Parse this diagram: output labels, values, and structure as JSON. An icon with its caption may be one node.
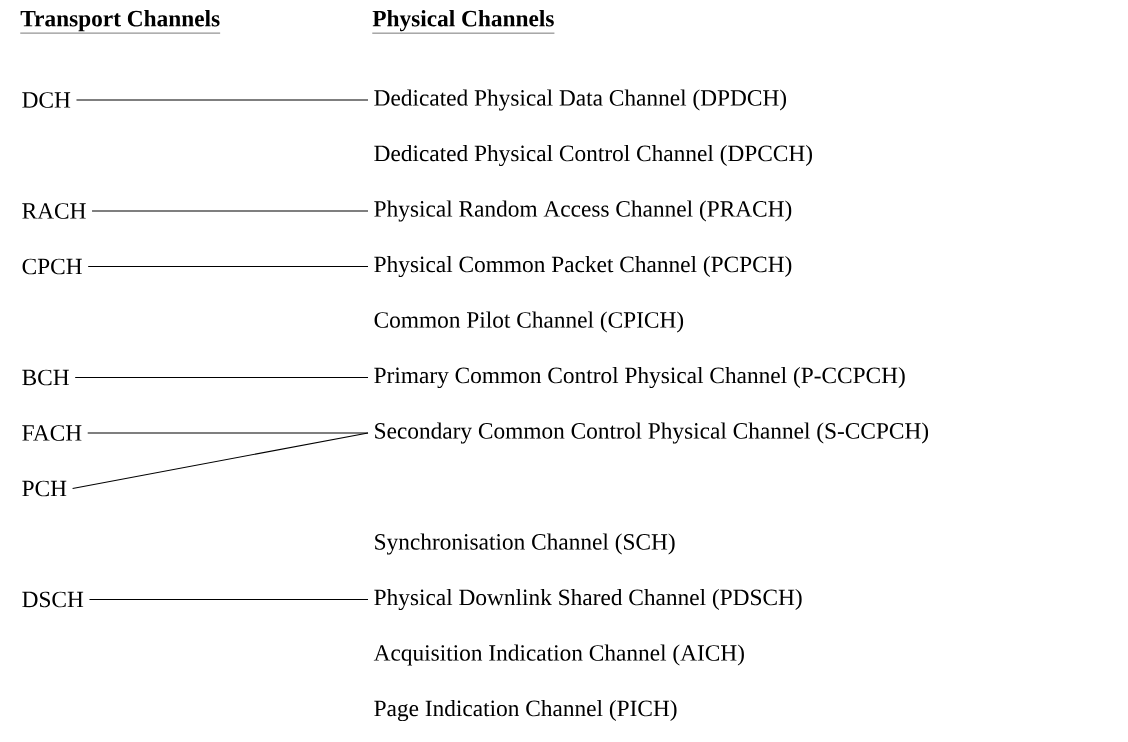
{
  "diagram": {
    "nodes": [
      {
        "text": [
          "DCH"
        ]
      },
      {
        "text": [
          "Dedicated Physical Data Channel (DPDCH)"
        ]
      },
      {
        "text": [
          "Dedicated Physical Control Channel (DPCCH)"
        ]
      },
      {
        "text": [
          "RACH"
        ]
      },
      {
        "text": [
          "Physical Random Access Channel (PRACH)"
        ]
      },
      {
        "text": [
          "CPCH"
        ]
      },
      {
        "text": [
          "Physical Common Packet Channel (PCPCH)"
        ]
      },
      {
        "text": [
          "Common Pilot Channel (CPICH)"
        ]
      },
      {
        "text": [
          "BCH"
        ]
      },
      {
        "text": [
          "Primary Common Control Physical Channel (P-CCPCH)"
        ]
      },
      {
        "text": [
          "FACH"
        ]
      },
      {
        "text": [
          "Secondary Common Control Physical Channel (S-CCPCH)"
        ]
      },
      {
        "text": [
          "PCH"
        ]
      },
      {
        "text": [
          "Synchronisation Channel (SCH)"
        ]
      },
      {
        "text": [
          "DSCH"
        ]
      },
      {
        "text": [
          "Physical Downlink Shared Channel (PDSCH)"
        ]
      },
      {
        "text": [
          "Acquisition Indication Channel (AICH)"
        ]
      },
      {
        "text": [
          "Page Indication Channel (PICH)"
        ]
      }
    ],
    "edges": [
      {
        "from": 0,
        "to": 1,
        "arrow": "none"
      },
      {
        "from": 3,
        "to": 4,
        "arrow": "none"
      },
      {
        "from": 5,
        "to": 6,
        "arrow": "none"
      },
      {
        "from": 8,
        "to": 9,
        "arrow": "none"
      },
      {
        "from": 10,
        "to": 11,
        "arrow": "none"
      },
      {
        "from": 12,
        "to": 11,
        "arrow": "none"
      },
      {
        "from": 14,
        "to": 15,
        "arrow": "none"
      }
    ],
    "labels": [
      "Transport Channels",
      "Physical Channels"
    ]
  }
}
